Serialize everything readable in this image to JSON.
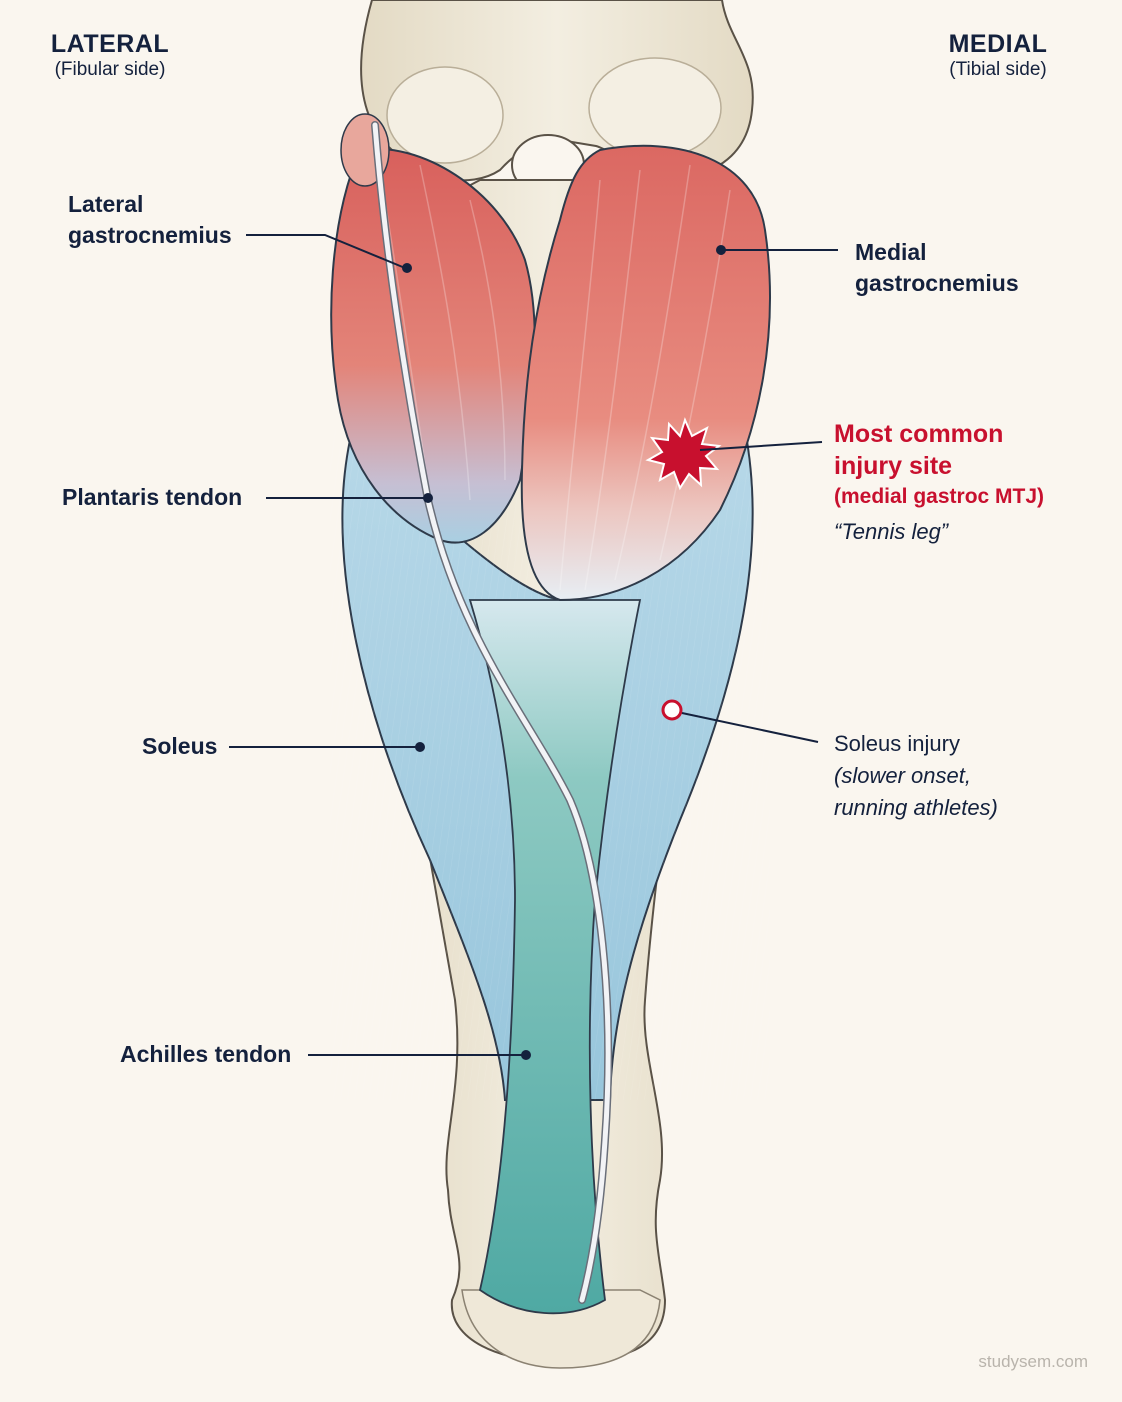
{
  "sides": {
    "lateral": {
      "title": "LATERAL",
      "subtitle": "(Fibular side)"
    },
    "medial": {
      "title": "MEDIAL",
      "subtitle": "(Tibial side)"
    }
  },
  "labels": {
    "lateral_gastroc": {
      "line1": "Lateral",
      "line2": "gastrocnemius"
    },
    "medial_gastroc": {
      "line1": "Medial",
      "line2": "gastrocnemius"
    },
    "plantaris": "Plantaris tendon",
    "soleus": "Soleus",
    "achilles": "Achilles tendon",
    "injury_site": {
      "line1": "Most common",
      "line2": "injury site",
      "line3": "(medial gastroc MTJ)",
      "nickname": "“Tennis leg”"
    },
    "soleus_injury": {
      "line1": "Soleus injury",
      "line2": "(slower onset,",
      "line3": "running athletes)"
    }
  },
  "watermark": "studysem.com",
  "colors": {
    "background": "#faf6ef",
    "label_text": "#14213d",
    "injury_red": "#c8102e",
    "gastroc_muscle": "#df7a72",
    "soleus_muscle": "#a9d0e3",
    "achilles_tendon": "#6fb8b2",
    "bone": "#ece5d3"
  }
}
